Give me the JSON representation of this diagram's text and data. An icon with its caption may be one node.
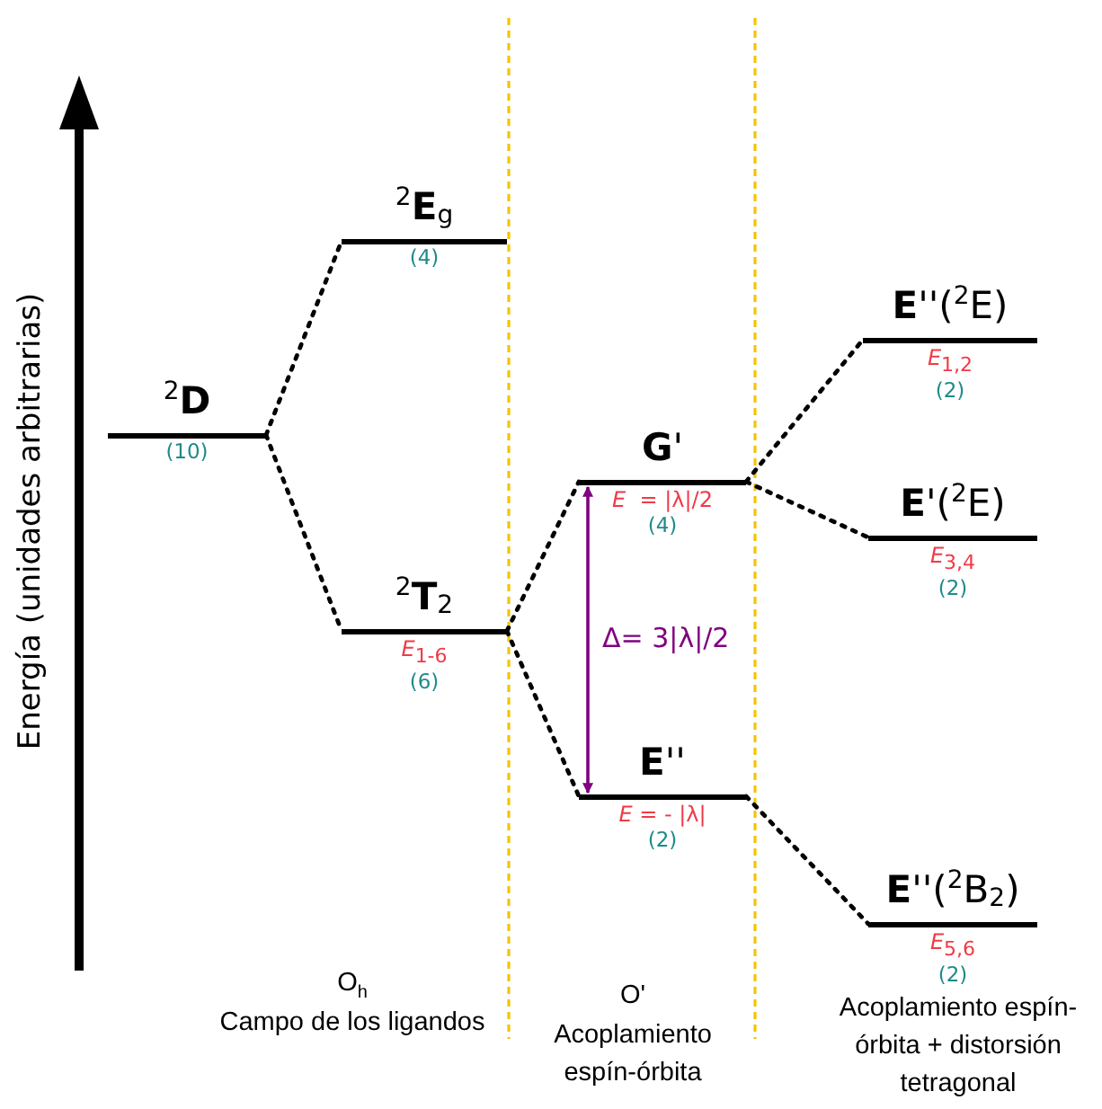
{
  "diagram": {
    "nodes": [
      {
        "text": [
          "$^{2}$**D**",
          "(10)"
        ]
      },
      {
        "text": [
          "$^{2}$**E**$_{g}$",
          "(4)"
        ]
      },
      {
        "text": [
          "$^{2}$**T**$_{2}$",
          "*E*$_{1-6}$",
          "(6)"
        ]
      },
      {
        "text": [
          "**G**'",
          "*E*  = |λ|/2",
          "(4)"
        ]
      },
      {
        "text": [
          "**E**''",
          "*E* = - |λ|",
          "(2)"
        ]
      },
      {
        "text": [
          "**E**''($^{2}$E)",
          "*E*$_{1,2}$",
          "(2)"
        ]
      },
      {
        "text": [
          "**E**'($^{2}$E)",
          "*E*$_{3,4}$",
          "(2)"
        ]
      },
      {
        "text": [
          "**E**''($^{2}$B$_{2}$)",
          "*E*$_{5,6}$",
          "(2)"
        ]
      }
    ],
    "edges": [
      {
        "from": 0,
        "to": 1,
        "arrow": "none",
        "style": "dashed"
      },
      {
        "from": 0,
        "to": 2,
        "arrow": "none",
        "style": "dashed"
      },
      {
        "from": 2,
        "to": 3,
        "arrow": "none",
        "style": "dashed"
      },
      {
        "from": 2,
        "to": 4,
        "arrow": "none",
        "style": "dashed"
      },
      {
        "from": 3,
        "to": 5,
        "arrow": "none",
        "style": "dashed"
      },
      {
        "from": 3,
        "to": 6,
        "arrow": "none",
        "style": "dashed"
      },
      {
        "from": 4,
        "to": 7,
        "arrow": "none",
        "style": "dashed"
      },
      {
        "from": 3,
        "to": 4,
        "arrow": "both",
        "label": "Δ= 3|λ|/2",
        "color": "#800080"
      }
    ],
    "labels": [
      "Energía (unidades arbitrarias)",
      "O$_{h}$",
      "Campo de los ligandos",
      "O'",
      "Acoplamiento espín-órbita",
      "Acoplamiento espín-órbita + distorsión tetragonal"
    ]
  }
}
